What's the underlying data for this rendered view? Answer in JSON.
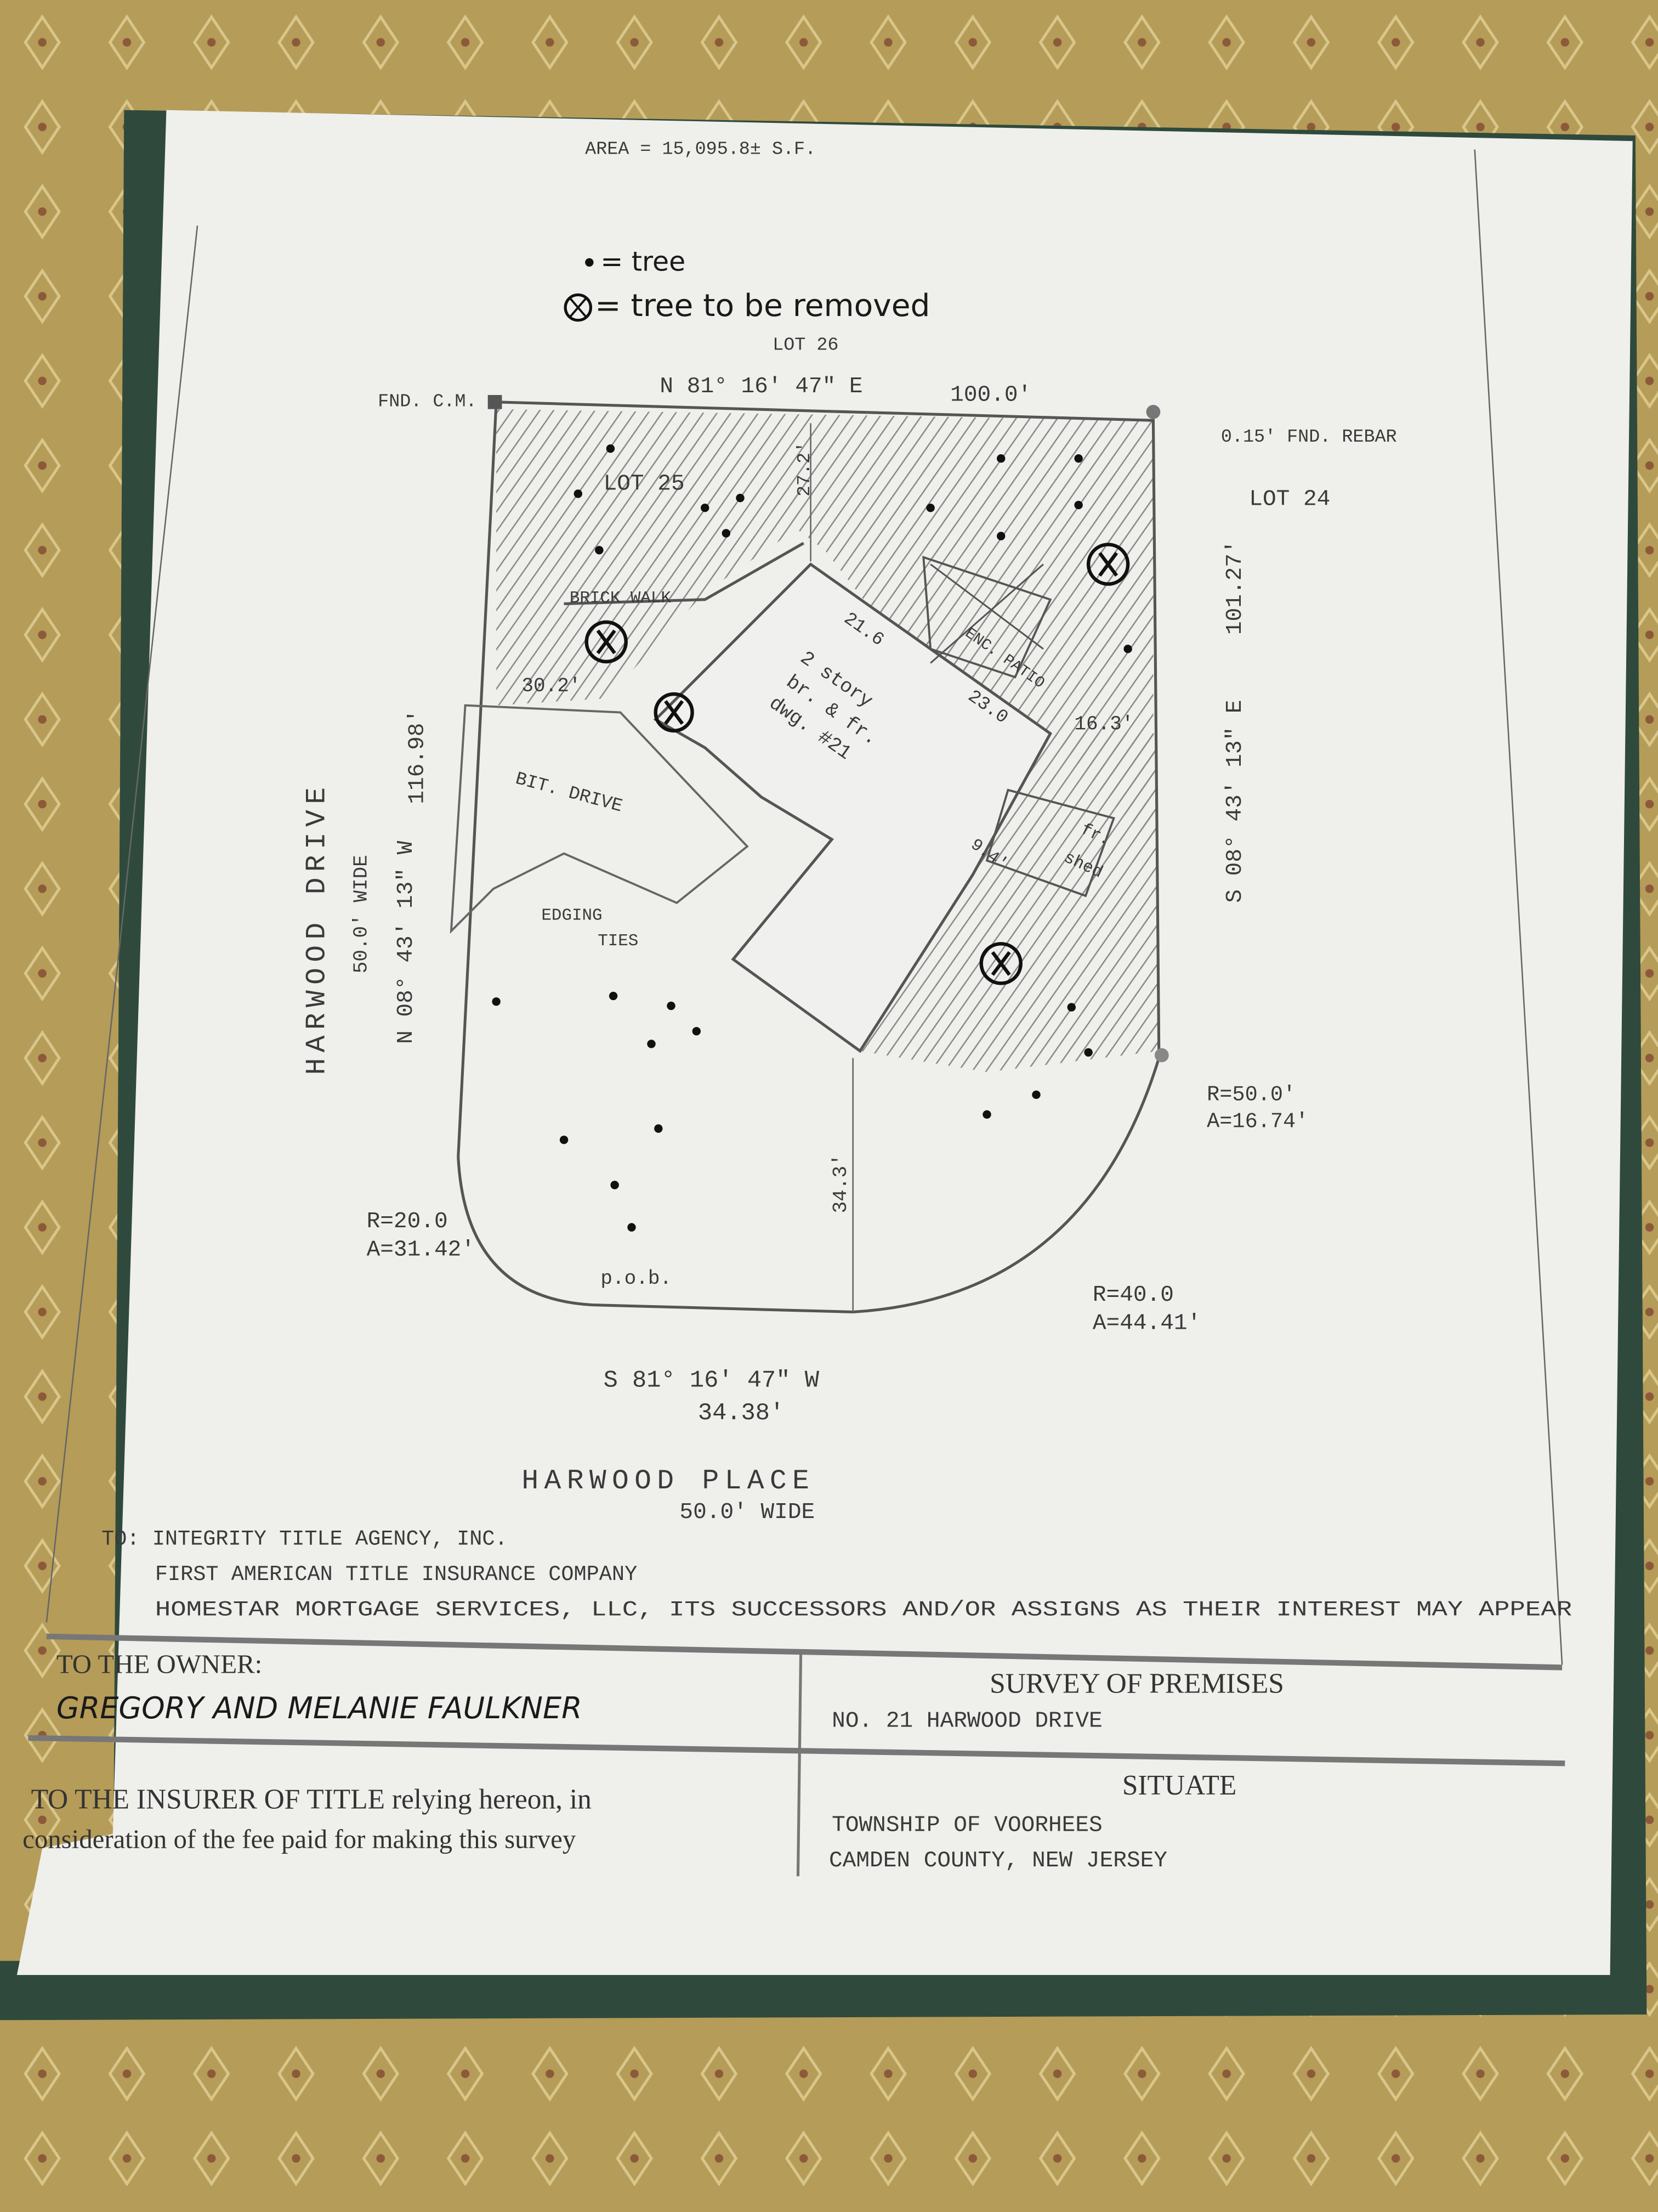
{
  "survey": {
    "area": "AREA = 15,095.8± S.F.",
    "legend": {
      "tree": "= tree",
      "tree_removed": "= tree to be removed"
    },
    "lots": {
      "lot26": "LOT 26",
      "lot25": "LOT 25",
      "lot24": "LOT 24"
    },
    "north_line": {
      "monument": "FND. C.M.",
      "bearing": "N 81° 16′ 47″ E",
      "distance": "100.0′",
      "rebar": "0.15' FND. REBAR"
    },
    "east_line": {
      "distance": "101.27'",
      "bearing": "S 08° 43′ 13″ E"
    },
    "west_line": {
      "distance": "116.98'",
      "bearing": "N 08° 43′ 13″ W"
    },
    "features": {
      "offset_rear": "27.2'",
      "brick_walk": "BRICK WALK",
      "offset_west": "30.2'",
      "dim_21_6": "21.6",
      "patio": "ENC. PATIO",
      "dim_23_0": "23.0",
      "dwelling_1": "2 story",
      "dwelling_2": "br. & fr.",
      "dwelling_3": "dwg. #21",
      "offset_east": "16.3'",
      "drive": "BIT. DRIVE",
      "edging": "EDGING",
      "ties": "TIES",
      "dim_9_4": "9.4'",
      "shed_1": "fr.",
      "shed_2": "shed",
      "offset_front": "34.3'",
      "pob": "p.o.b."
    },
    "curves": {
      "c1_r": "R=50.0'",
      "c1_a": "A=16.74'",
      "c2_r": "R=20.0",
      "c2_a": "A=31.42'",
      "c3_r": "R=40.0",
      "c3_a": "A=44.41'"
    },
    "south_line": {
      "bearing": "S 81° 16′ 47″ W",
      "distance": "34.38'"
    },
    "streets": {
      "west_name": "HARWOOD DRIVE",
      "west_width": "50.0' WIDE",
      "south_name": "HARWOOD PLACE",
      "south_width": "50.0' WIDE"
    }
  },
  "certification": {
    "line1": "TO: INTEGRITY TITLE AGENCY, INC.",
    "line2": "FIRST AMERICAN TITLE INSURANCE COMPANY",
    "line3": "HOMESTAR MORTGAGE SERVICES, LLC, ITS SUCCESSORS AND/OR ASSIGNS AS THEIR INTEREST MAY APPEAR"
  },
  "title_block": {
    "owner_label": "TO THE OWNER:",
    "owner_name": "GREGORY AND MELANIE FAULKNER",
    "survey_label": "SURVEY OF PREMISES",
    "survey_address": "NO. 21 HARWOOD DRIVE",
    "insurer_line1": "TO THE INSURER OF TITLE relying hereon, in",
    "insurer_line2": "consideration of the fee paid for making this survey",
    "situate_label": "SITUATE",
    "township": "TOWNSHIP OF VOORHEES",
    "county": "CAMDEN COUNTY, NEW JERSEY"
  }
}
